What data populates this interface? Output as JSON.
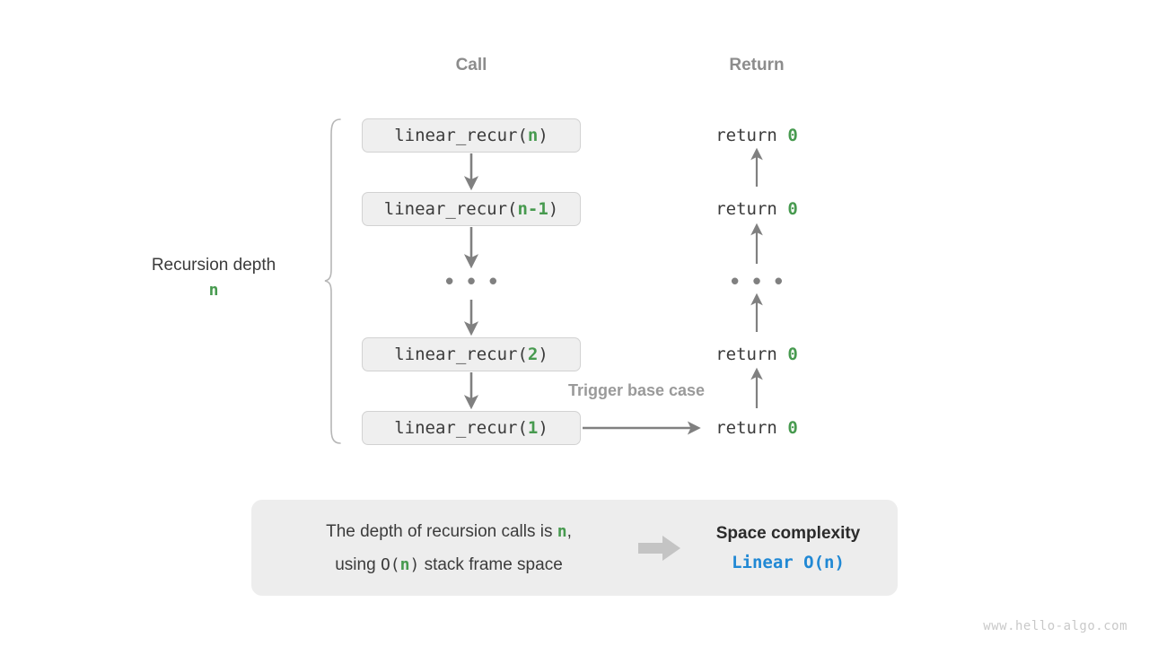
{
  "headers": {
    "call": "Call",
    "return": "Return"
  },
  "depth_label": {
    "line1": "Recursion depth",
    "line2": "n"
  },
  "call_stack": [
    {
      "prefix": "linear_recur(",
      "arg": "n",
      "suffix": ")"
    },
    {
      "prefix": "linear_recur(",
      "arg": "n-1",
      "suffix": ")"
    },
    {
      "prefix": "linear_recur(",
      "arg": "2",
      "suffix": ")"
    },
    {
      "prefix": "linear_recur(",
      "arg": "1",
      "suffix": ")"
    }
  ],
  "returns": [
    {
      "text": "return ",
      "value": "0"
    },
    {
      "text": "return ",
      "value": "0"
    },
    {
      "text": "return ",
      "value": "0"
    },
    {
      "text": "return ",
      "value": "0"
    }
  ],
  "ellipsis": "• • •",
  "trigger_label": "Trigger base case",
  "summary": {
    "left_line1_a": "The depth of recursion calls is ",
    "left_line1_n": "n",
    "left_line1_b": ",",
    "left_line2_a": "using ",
    "left_line2_o": "O(",
    "left_line2_n": "n",
    "left_line2_o2": ")",
    "left_line2_b": " stack frame space",
    "arrow_icon": "right-block-arrow-icon",
    "right_title": "Space complexity",
    "right_value": "Linear  O(n)"
  },
  "watermark": "www.hello-algo.com",
  "colors": {
    "green": "#479a4f",
    "blue": "#2088d4",
    "gray_text": "#3b3b3b",
    "gray_muted": "#8c8c8c",
    "box_fill": "#efefef",
    "box_border": "#d2d2d2",
    "panel_fill": "#ededed",
    "arrow": "#808080",
    "fat_arrow": "#c4c4c4",
    "watermark": "#c9c9c9"
  }
}
